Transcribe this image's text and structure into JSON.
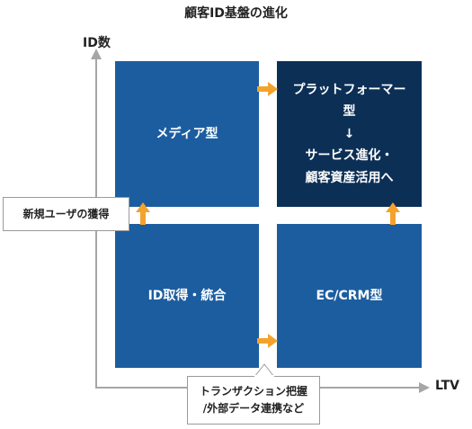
{
  "title": "顧客ID基盤の進化",
  "axes": {
    "y_label": "ID数",
    "x_label": "LTV"
  },
  "quadrants": {
    "top_left": "メディア型",
    "top_right": "プラットフォーマー\n型\n↓\nサービス進化・\n顧客資産活用へ",
    "bottom_left": "ID取得・統合",
    "bottom_right": "EC/CRM型"
  },
  "callouts": {
    "left": "新規ユーザの獲得",
    "bottom": "トランザクション把握\n/外部データ連携など"
  },
  "colors": {
    "quadrant_blue": "#1c5d9f",
    "quadrant_dark": "#0c2f56",
    "arrow_orange": "#f3a32d",
    "axis_gray": "#a6a6a6"
  }
}
